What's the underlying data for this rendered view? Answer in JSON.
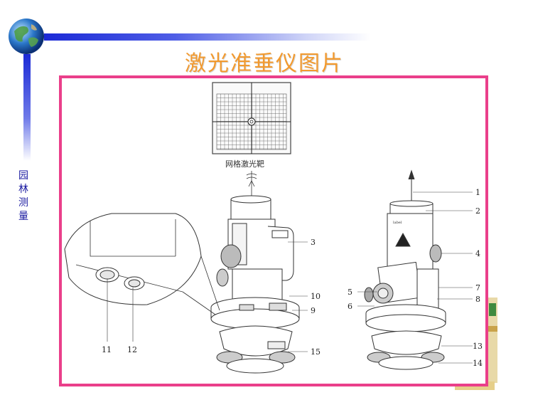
{
  "title": "激光准垂仪图片",
  "sidebar_label": [
    "园",
    "林",
    "测",
    "量"
  ],
  "figure": {
    "target_caption": "网格激光靶",
    "callouts_left": [
      "3",
      "10",
      "9",
      "15",
      "11",
      "12"
    ],
    "callouts_right": [
      "1",
      "2",
      "4",
      "5",
      "6",
      "7",
      "8",
      "13",
      "14"
    ]
  },
  "colors": {
    "accent_bar": "#1b2ad6",
    "title": "#f29a2f",
    "frame_border": "#ea3f8a"
  }
}
